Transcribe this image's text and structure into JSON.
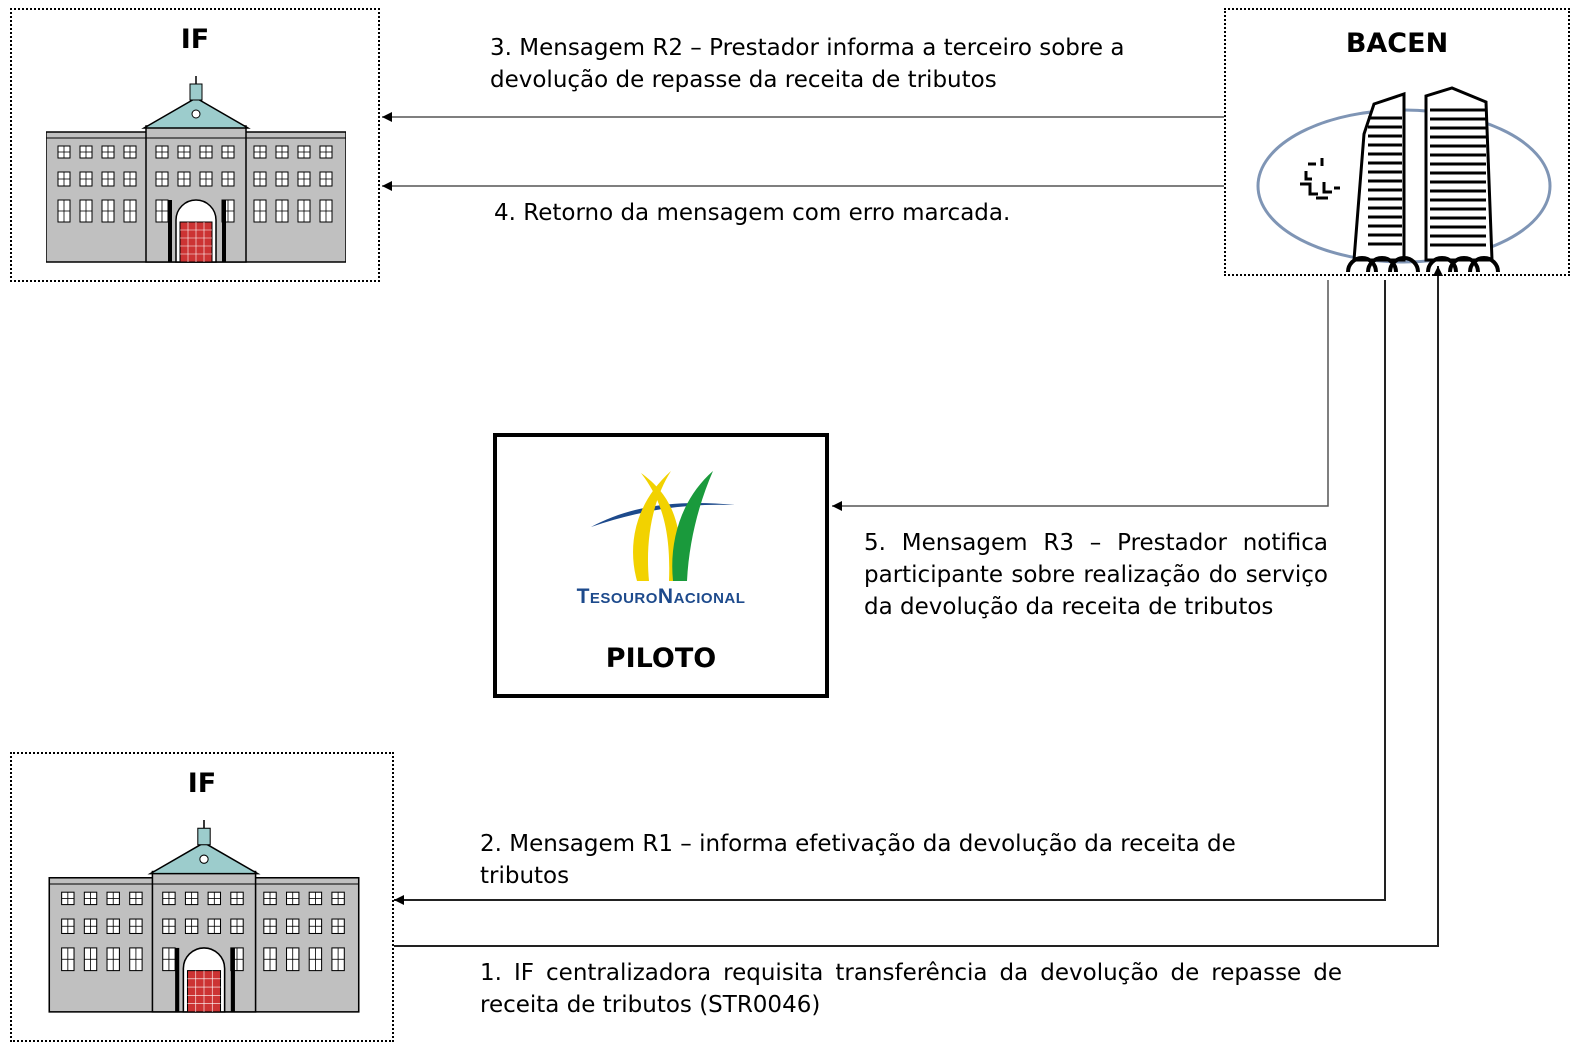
{
  "nodes": {
    "if_top": {
      "title": "IF"
    },
    "bacen": {
      "title": "BACEN"
    },
    "tesouro": {
      "logo_text": "TesouroNacional",
      "title": "PILOTO"
    },
    "if_bottom": {
      "title": "IF"
    }
  },
  "messages": [
    {
      "text": "1. IF centralizadora requisita transferência da devolução de repasse de receita de tributos (STR0046)"
    },
    {
      "text": "2. Mensagem R1 – informa efetivação da devolução da receita de tributos"
    },
    {
      "text": "3. Mensagem R2 – Prestador informa a terceiro sobre a devolução de repasse da receita de tributos"
    },
    {
      "text": "4. Retorno da mensagem com erro marcada."
    },
    {
      "text": "5. Mensagem R3 – Prestador notifica participante sobre realização do serviço da devolução da receita de tributos"
    }
  ],
  "colors": {
    "building_wall": "#c0c0c0",
    "roof": "#9ccccc",
    "door": "#cc3333",
    "ellipse": "#7f95b5",
    "logo_green": "#1a9a3c",
    "logo_yellow": "#f2d200",
    "logo_blue": "#1d4a8c"
  },
  "icons": [
    "building-icon",
    "bacen-building-icon",
    "tesouro-nacional-logo"
  ]
}
